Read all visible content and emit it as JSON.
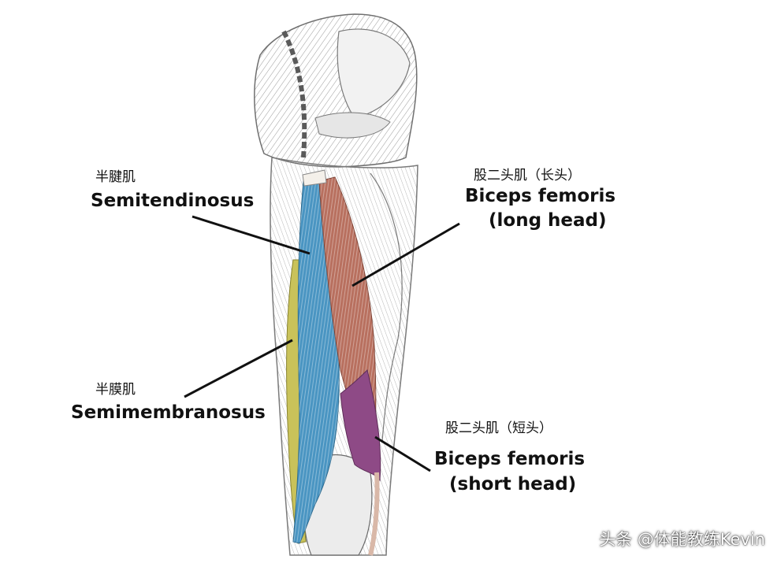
{
  "labels": {
    "semitendinosus": {
      "zh": "半腱肌",
      "en": "Semitendinosus"
    },
    "biceps_long": {
      "zh": "股二头肌（长头）",
      "en_line1": "Biceps femoris",
      "en_line2": "(long head)"
    },
    "semimembranosus": {
      "zh": "半膜肌",
      "en": "Semimembranosus"
    },
    "biceps_short": {
      "zh": "股二头肌（短头）",
      "en_line1": "Biceps femoris",
      "en_line2": "(short head)"
    }
  },
  "watermark": "头条 @体能教练Kevin",
  "colors": {
    "semitendinosus": "#4a95c2",
    "semimembranosus": "#c9c25a",
    "biceps_long": "#b8705f",
    "biceps_short": "#8e4a86",
    "line": "#111111",
    "sketch": "#8a8a8a"
  }
}
